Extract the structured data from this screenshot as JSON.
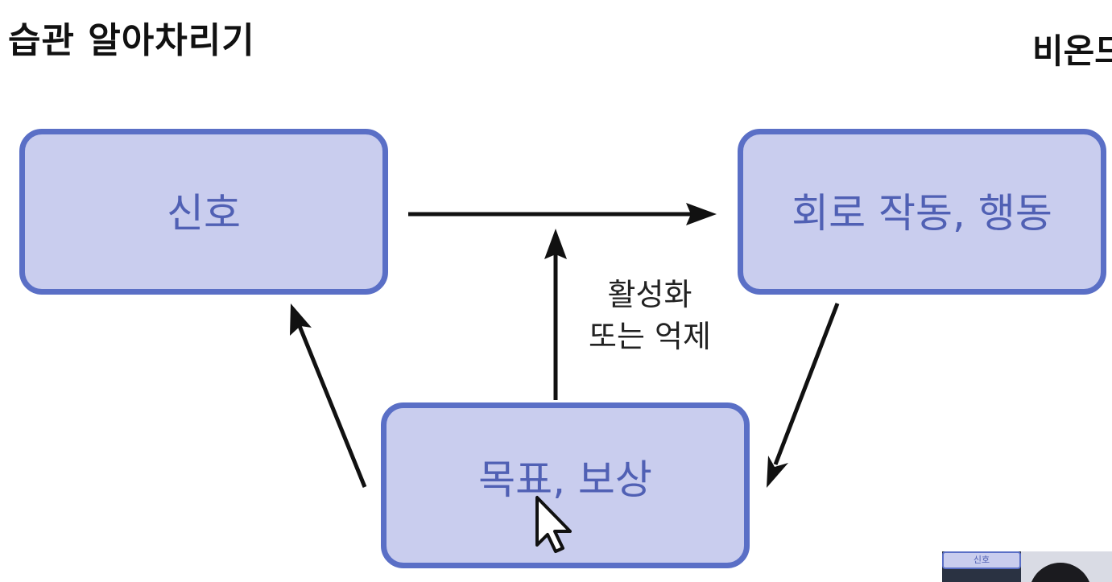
{
  "title": "습관 알아차리기",
  "title_right": "비온드",
  "nodes": {
    "signal": "신호",
    "action": "회로 작동, 행동",
    "reward": "목표, 보상"
  },
  "edge_label": {
    "line1": "활성화",
    "line2": "또는 억제"
  },
  "thumbnail": {
    "box_label": "신호"
  },
  "colors": {
    "box_fill": "#c9cdee",
    "box_border": "#5a6fc6",
    "box_text": "#5060b4",
    "arrow": "#111111"
  },
  "icons": [
    "mouse-cursor-icon"
  ]
}
